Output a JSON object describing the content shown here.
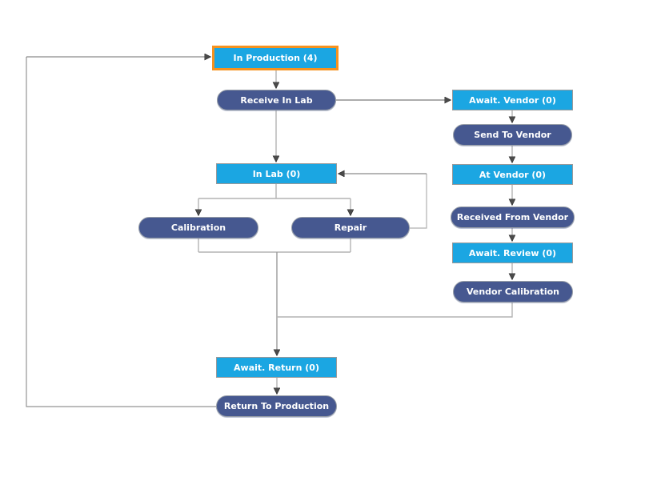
{
  "diagram": {
    "kind": "workflow-state-diagram",
    "colors": {
      "state_fill": "#1BA6E2",
      "activity_fill": "#465890",
      "selected_border": "#F6921E",
      "connector_light": "#b4b4b4",
      "connector_medium": "#949494",
      "connector_dark": "#5a5a5a",
      "arrowhead": "#4b4b4b",
      "text": "#ffffff"
    }
  },
  "nodes": {
    "in_production": {
      "label": "In Production (4)",
      "type": "state",
      "selected": true
    },
    "receive_in_lab": {
      "label": "Receive In Lab",
      "type": "activity"
    },
    "await_vendor": {
      "label": "Await. Vendor (0)",
      "type": "state"
    },
    "send_to_vendor": {
      "label": "Send To Vendor",
      "type": "activity"
    },
    "in_lab": {
      "label": "In Lab (0)",
      "type": "state"
    },
    "at_vendor": {
      "label": "At Vendor (0)",
      "type": "state"
    },
    "calibration": {
      "label": "Calibration",
      "type": "activity"
    },
    "repair": {
      "label": "Repair",
      "type": "activity"
    },
    "received_from_vendor": {
      "label": "Received From Vendor",
      "type": "activity"
    },
    "await_review": {
      "label": "Await. Review (0)",
      "type": "state"
    },
    "vendor_calibration": {
      "label": "Vendor Calibration",
      "type": "activity"
    },
    "await_return": {
      "label": "Await. Return (0)",
      "type": "state"
    },
    "return_to_production": {
      "label": "Return To Production",
      "type": "activity"
    }
  },
  "edges": [
    {
      "from": "in_production",
      "to": "receive_in_lab"
    },
    {
      "from": "receive_in_lab",
      "to": "await_vendor"
    },
    {
      "from": "receive_in_lab",
      "to": "in_lab"
    },
    {
      "from": "await_vendor",
      "to": "send_to_vendor"
    },
    {
      "from": "send_to_vendor",
      "to": "at_vendor"
    },
    {
      "from": "at_vendor",
      "to": "received_from_vendor"
    },
    {
      "from": "received_from_vendor",
      "to": "await_review"
    },
    {
      "from": "await_review",
      "to": "vendor_calibration"
    },
    {
      "from": "in_lab",
      "to": "calibration"
    },
    {
      "from": "in_lab",
      "to": "repair"
    },
    {
      "from": "repair",
      "to": "in_lab"
    },
    {
      "from": "calibration",
      "to": "await_return"
    },
    {
      "from": "repair",
      "to": "await_return"
    },
    {
      "from": "vendor_calibration",
      "to": "await_return"
    },
    {
      "from": "await_return",
      "to": "return_to_production"
    },
    {
      "from": "return_to_production",
      "to": "in_production"
    }
  ]
}
